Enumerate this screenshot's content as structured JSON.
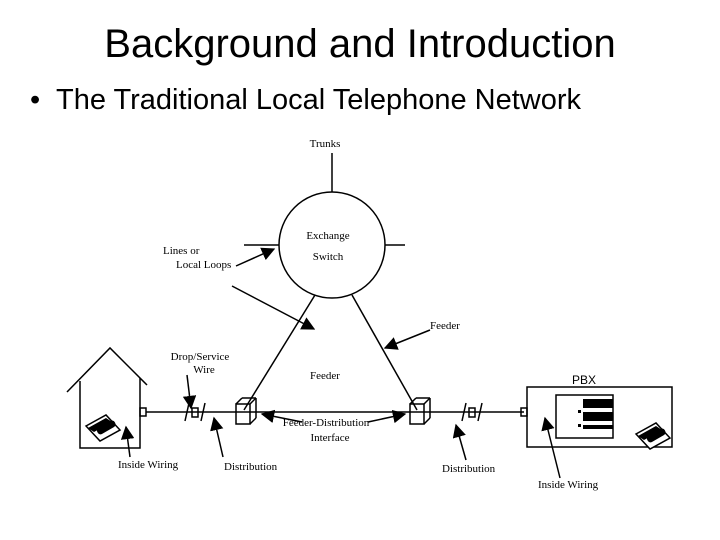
{
  "slide": {
    "title": "Background and Introduction",
    "bullet": "The Traditional Local Telephone Network",
    "bullet_marker": "•"
  },
  "labels": {
    "trunks": "Trunks",
    "exchange": "Exchange",
    "switch": "Switch",
    "lines_or": "Lines or",
    "local_loops": "Local Loops",
    "feeder_right": "Feeder",
    "feeder_center": "Feeder",
    "drop_service": "Drop/Service",
    "wire": "Wire",
    "pbx": "PBX",
    "fdi_line1": "Feeder-Distribution",
    "fdi_line2": "Interface",
    "inside_wiring_left": "Inside   Wiring",
    "distribution_left": "Distribution",
    "distribution_right": "Distribution",
    "inside_wiring_right": "Inside   Wiring"
  },
  "colors": {
    "ink": "#000000",
    "background": "#ffffff"
  }
}
